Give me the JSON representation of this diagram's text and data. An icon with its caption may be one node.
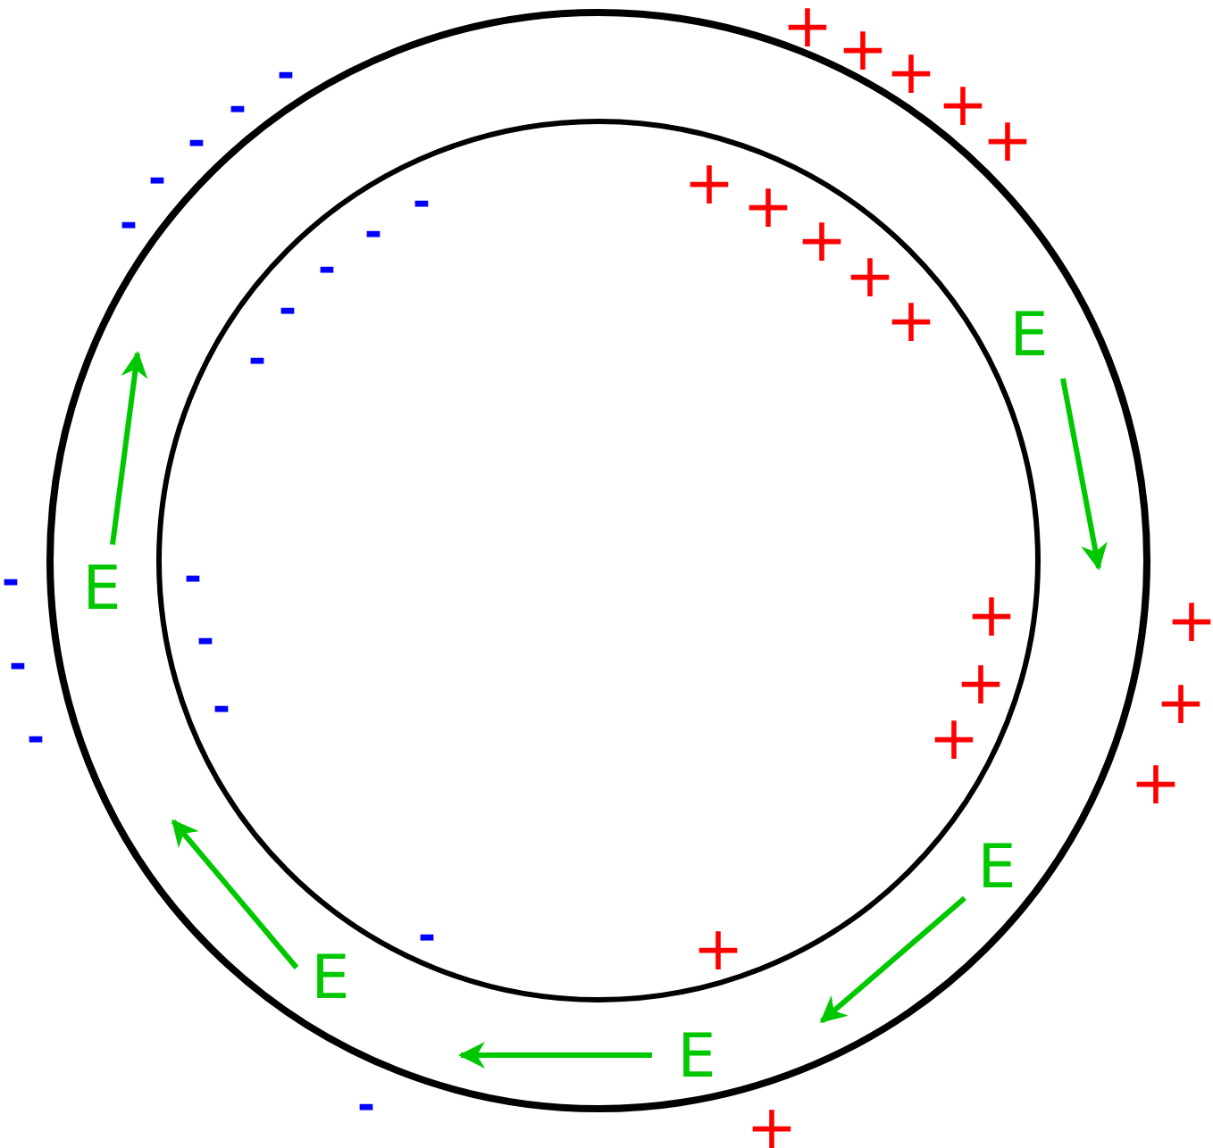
{
  "diagram": {
    "labels": [
      "+",
      "+",
      "-",
      "+",
      "-",
      "+",
      "-",
      "+",
      "-",
      "+",
      "-",
      "+",
      "-",
      "-",
      "+",
      "-",
      "+",
      "-",
      "+",
      "E",
      "-",
      "-",
      "-",
      "E",
      "+",
      "+",
      "-",
      "-",
      "+",
      "+",
      "-",
      "-",
      "+",
      "+",
      "E",
      "-",
      "+",
      "E",
      "E",
      "-",
      "+"
    ]
  }
}
